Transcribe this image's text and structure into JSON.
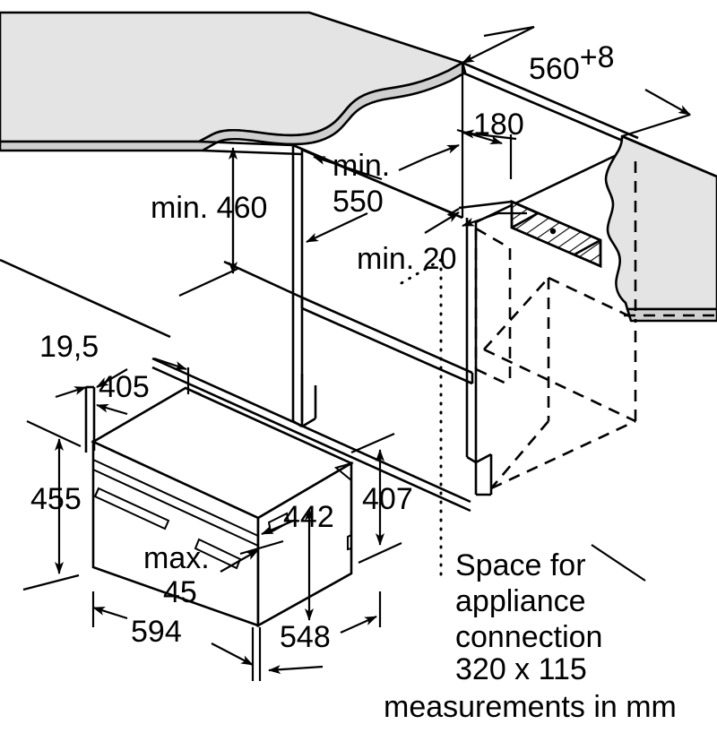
{
  "diagram": {
    "title": "Built-in oven niche installation dimensions",
    "units_note": "measurements in mm",
    "colors": {
      "line": "#000000",
      "panel_fill": "#e4e4e4",
      "panel_edge": "#cfcfcf",
      "background": "#ffffff"
    }
  },
  "dimensions": {
    "niche_depth": {
      "value": "560",
      "superscript": "+8",
      "label": "560"
    },
    "upper_gap": {
      "value": "180"
    },
    "niche_height_min": {
      "prefix": "min.",
      "value": "460",
      "label": "min. 460"
    },
    "niche_width_min": {
      "prefix": "min.",
      "value": "550",
      "label_line1": "min.",
      "label_line2": "550"
    },
    "rear_clearance_min": {
      "prefix": "min.",
      "value": "20",
      "label": "min. 20"
    },
    "front_panel_thickness": {
      "value": "19,5"
    },
    "front_panel_height": {
      "value": "405"
    },
    "appliance_height": {
      "value": "455"
    },
    "appliance_body_height": {
      "value": "442"
    },
    "appliance_niche_height": {
      "value": "407"
    },
    "door_overhang_max": {
      "prefix": "max.",
      "value": "45",
      "label_line1": "max.",
      "label_line2": "45"
    },
    "appliance_width": {
      "value": "594"
    },
    "appliance_depth": {
      "value": "548"
    }
  },
  "annotations": {
    "connection_space": {
      "line1": "Space for",
      "line2": "appliance",
      "line3": "connection",
      "line4": "320 x 115"
    },
    "units": "measurements in mm"
  }
}
